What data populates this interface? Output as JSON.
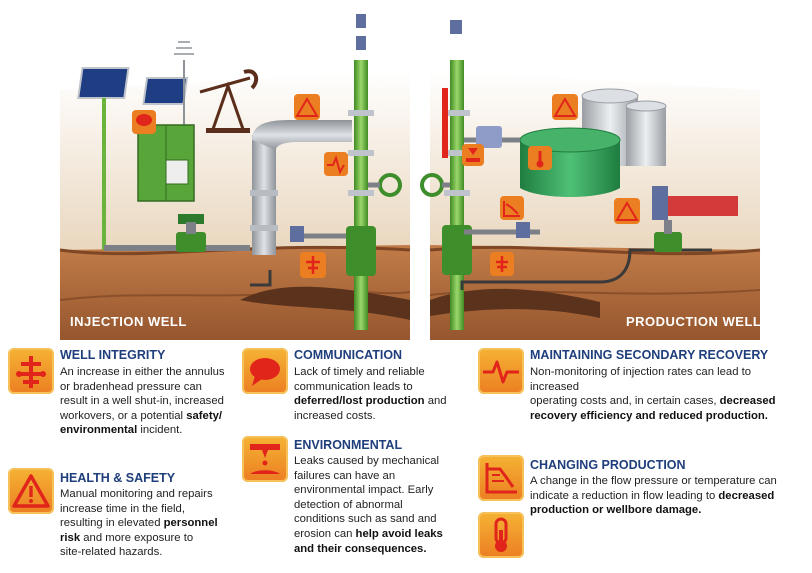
{
  "scene": {
    "left_label": "INJECTION WELL",
    "right_label": "PRODUCTION WELL"
  },
  "colors": {
    "title_blue": "#1f3e7c",
    "badge_orange": "#ec7e22",
    "badge_yellow": "#f5b334",
    "icon_red": "#e1251b",
    "pipe_green": "#6ab43e",
    "tank_green": "#2e9d55",
    "soil_brown": "#a4663a"
  },
  "sections": {
    "well_integrity": {
      "icon": "wellhead-icon",
      "title": "WELL INTEGRITY",
      "lines": [
        "An increase in either the annulus",
        "or bradenhead pressure can",
        "result in a well shut-in, increased",
        "workovers, or a potential ",
        "environmental",
        " incident."
      ],
      "bold_1": "safety/"
    },
    "health_safety": {
      "icon": "warning-triangle-icon",
      "title": "HEALTH & SAFETY",
      "lines": [
        "Manual monitoring and repairs",
        "increase time in the field,",
        "resulting in elevated ",
        "personnel",
        "risk",
        " and more exposure to",
        "site-related hazards."
      ]
    },
    "communication": {
      "icon": "speech-bubble-icon",
      "title": "COMMUNICATION",
      "lines": [
        "Lack of timely and reliable",
        "communication leads to",
        "deferred/lost production",
        " and",
        "increased costs."
      ]
    },
    "environmental": {
      "icon": "leak-drop-icon",
      "title": "ENVIRONMENTAL",
      "lines": [
        "Leaks caused by mechanical",
        "failures can have an",
        "environmental impact. Early",
        "detection of abnormal",
        "conditions such as sand and",
        "erosion can ",
        "help avoid leaks",
        "and their consequences."
      ]
    },
    "secondary_recovery": {
      "icon": "pulse-line-icon",
      "title": "MAINTAINING SECONDARY RECOVERY",
      "lines": [
        "Non-monitoring of injection rates can lead to increased",
        "operating costs and, in certain cases, ",
        "decreased",
        "recovery efficiency and reduced production."
      ]
    },
    "changing_production": {
      "icon": "declining-chart-icon",
      "icon2": "thermometer-icon",
      "title": "CHANGING PRODUCTION",
      "lines": [
        "A change in the flow pressure or temperature can",
        "indicate a reduction in flow leading to ",
        "decreased",
        "production or wellbore damage."
      ]
    }
  }
}
